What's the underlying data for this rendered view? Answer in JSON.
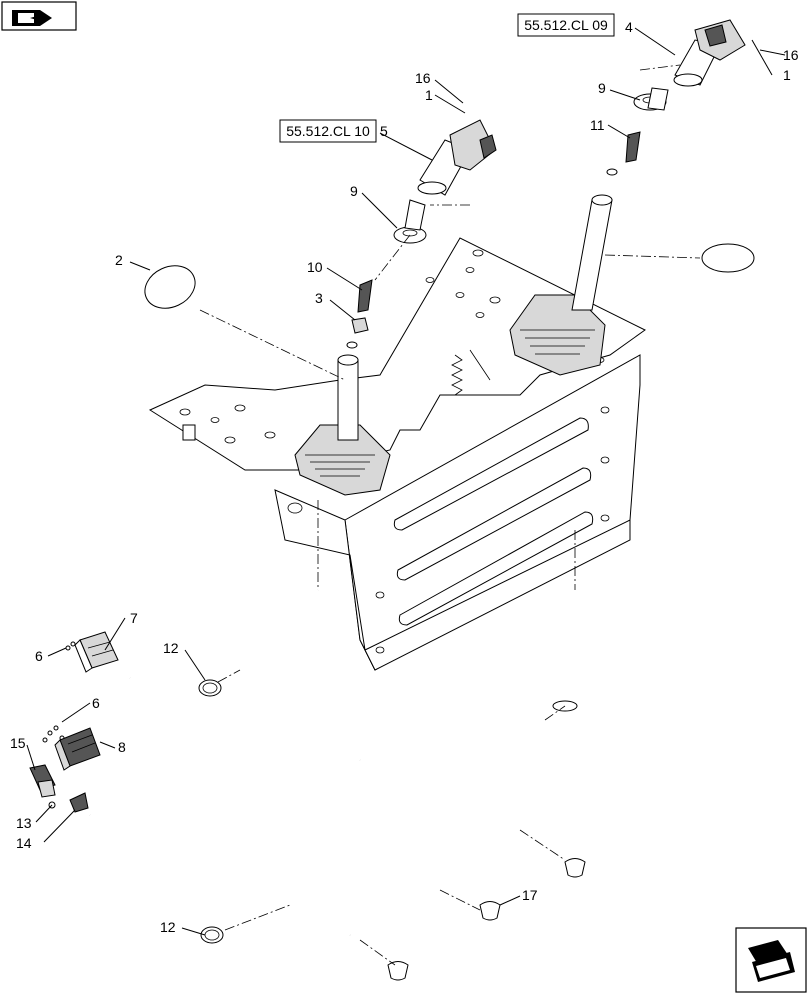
{
  "icons": {
    "top_left": "book-arrow-icon",
    "bottom_right": "page-navigation-arrow-icon"
  },
  "references": [
    {
      "id": "ref-cl09",
      "text": "55.512.CL 09"
    },
    {
      "id": "ref-cl10",
      "text": "55.512.CL 10"
    }
  ],
  "callouts": [
    {
      "id": "c4",
      "text": "4"
    },
    {
      "id": "c16a",
      "text": "16"
    },
    {
      "id": "c1a",
      "text": "1"
    },
    {
      "id": "c9a",
      "text": "9"
    },
    {
      "id": "c11",
      "text": "11"
    },
    {
      "id": "c16b",
      "text": "16"
    },
    {
      "id": "c1b",
      "text": "1"
    },
    {
      "id": "c5",
      "text": "5"
    },
    {
      "id": "c9b",
      "text": "9"
    },
    {
      "id": "c2",
      "text": "2"
    },
    {
      "id": "c10",
      "text": "10"
    },
    {
      "id": "c3",
      "text": "3"
    },
    {
      "id": "c7",
      "text": "7"
    },
    {
      "id": "c6a",
      "text": "6"
    },
    {
      "id": "c12a",
      "text": "12"
    },
    {
      "id": "c6b",
      "text": "6"
    },
    {
      "id": "c15",
      "text": "15"
    },
    {
      "id": "c8",
      "text": "8"
    },
    {
      "id": "c13",
      "text": "13"
    },
    {
      "id": "c14",
      "text": "14"
    },
    {
      "id": "c17",
      "text": "17"
    },
    {
      "id": "c12b",
      "text": "12"
    }
  ]
}
